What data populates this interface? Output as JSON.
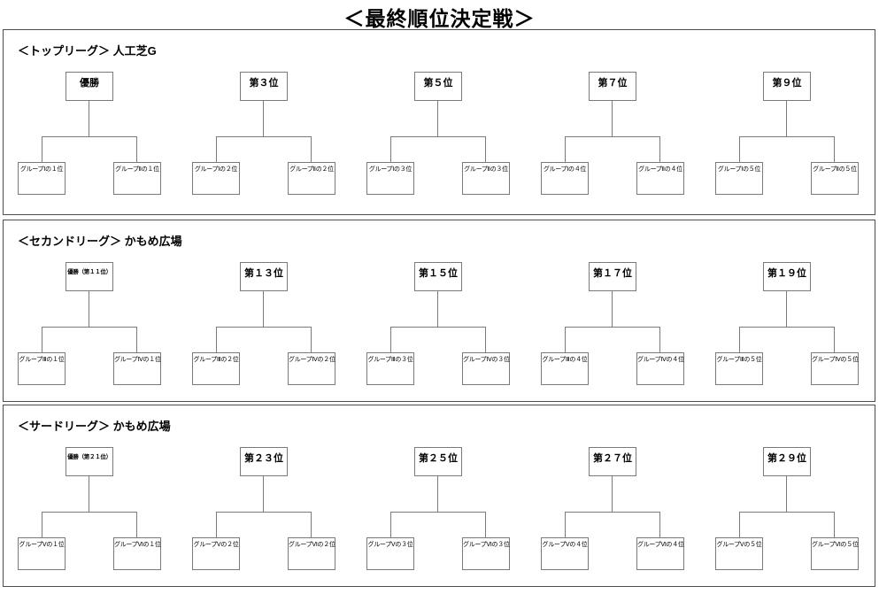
{
  "title": "＜最終順位決定戦＞",
  "colors": {
    "background": "#ffffff",
    "section_border": "#4d4d4d",
    "box_border": "#7a7a7a",
    "connector_line": "#7a7a7a",
    "text": "#000000"
  },
  "sections": [
    {
      "header": "＜トップリーグ＞ 人工芝G",
      "brackets": [
        {
          "rank": "優勝",
          "left": "グループⅠの１位",
          "right": "グループⅡの１位"
        },
        {
          "rank": "第３位",
          "left": "グループⅠの２位",
          "right": "グループⅡの２位"
        },
        {
          "rank": "第５位",
          "left": "グループⅠの３位",
          "right": "グループⅡの３位"
        },
        {
          "rank": "第７位",
          "left": "グループⅠの４位",
          "right": "グループⅡの４位"
        },
        {
          "rank": "第９位",
          "left": "グループⅠの５位",
          "right": "グループⅡの５位"
        }
      ]
    },
    {
      "header": "＜セカンドリーグ＞ かもめ広場",
      "brackets": [
        {
          "rank": "優勝（第１１位）",
          "left": "グループⅢの１位",
          "right": "グループⅣの１位"
        },
        {
          "rank": "第１３位",
          "left": "グループⅢの２位",
          "right": "グループⅣの２位"
        },
        {
          "rank": "第１５位",
          "left": "グループⅢの３位",
          "right": "グループⅣの３位"
        },
        {
          "rank": "第１７位",
          "left": "グループⅢの４位",
          "right": "グループⅣの４位"
        },
        {
          "rank": "第１９位",
          "left": "グループⅢの５位",
          "right": "グループⅣの５位"
        }
      ]
    },
    {
      "header": "＜サードリーグ＞ かもめ広場",
      "brackets": [
        {
          "rank": "優勝（第２１位）",
          "left": "グループⅤの１位",
          "right": "グループⅥの１位"
        },
        {
          "rank": "第２３位",
          "left": "グループⅤの２位",
          "right": "グループⅥの２位"
        },
        {
          "rank": "第２５位",
          "left": "グループⅤの３位",
          "right": "グループⅥの３位"
        },
        {
          "rank": "第２７位",
          "left": "グループⅤの４位",
          "right": "グループⅥの４位"
        },
        {
          "rank": "第２９位",
          "left": "グループⅤの５位",
          "right": "グループⅥの５位"
        }
      ]
    }
  ]
}
